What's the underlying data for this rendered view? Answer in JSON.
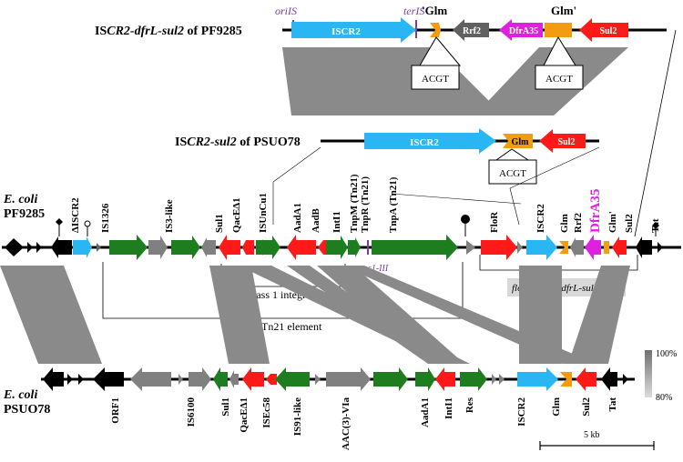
{
  "top_construct": {
    "title_prefix": "IS",
    "title_italic": "CR2-dfrL-sul2",
    "title_suffix": " of PF9285",
    "oriIS": "oriIS",
    "terIS": "terIS",
    "glm_left": "'Glm",
    "glm_right": "Glm'",
    "genes": [
      "ISCR2",
      "Rrf2",
      "DfrA35",
      "Sul2"
    ],
    "acgt": "ACGT"
  },
  "mid_construct": {
    "title_prefix": "IS",
    "title_italic": "CR2-sul2",
    "title_suffix": " of PSUO78",
    "genes": [
      "ISCR2",
      "Glm",
      "Sul2"
    ],
    "acgt": "ACGT"
  },
  "pf9285": {
    "species": "E. coli",
    "strain": "PF9285",
    "labels": [
      "ΔISCR2",
      "IS1326",
      "IS3-like",
      "Sul1",
      "QacEΔ1",
      "ISUnCu1",
      "AadA1",
      "AadB",
      "IntI1",
      "TnpM (Tn21)",
      "TnpR (Tn21)",
      "TnpA (Tn21)",
      "FloR",
      "ISCR2",
      "Glm",
      "Rrf2",
      "DfrA35",
      "Glm'",
      "Sul2",
      "Tat"
    ],
    "res": "res1-III",
    "class1": "Class 1 integron",
    "floR_region": "floR-ISCR2-dfrL-sul2",
    "tn21": "Tn21 element"
  },
  "psuo78": {
    "species": "E. coli",
    "strain": "PSUO78",
    "labels": [
      "ORF1",
      "IS6100",
      "Sul1",
      "QacEΔ1",
      "ISEc58",
      "IS91-like",
      "AAC(3)-VIa",
      "AadA1",
      "IntI1",
      "Res",
      "ISCR2",
      "Glm",
      "Sul2",
      "Tat"
    ]
  },
  "legend": {
    "high": "100%",
    "low": "80%"
  },
  "scale": {
    "label": "5 kb"
  },
  "colors": {
    "iscr2": "#29b6f2",
    "glm": "#f39c12",
    "rrf2": "#606060",
    "dfra35": "#e020e0",
    "sul": "#ff1a1a",
    "green": "#1e7d1e",
    "gray": "#808080",
    "black": "#000000",
    "block": "#8a8a8a",
    "purple": "#7a3fa0"
  }
}
